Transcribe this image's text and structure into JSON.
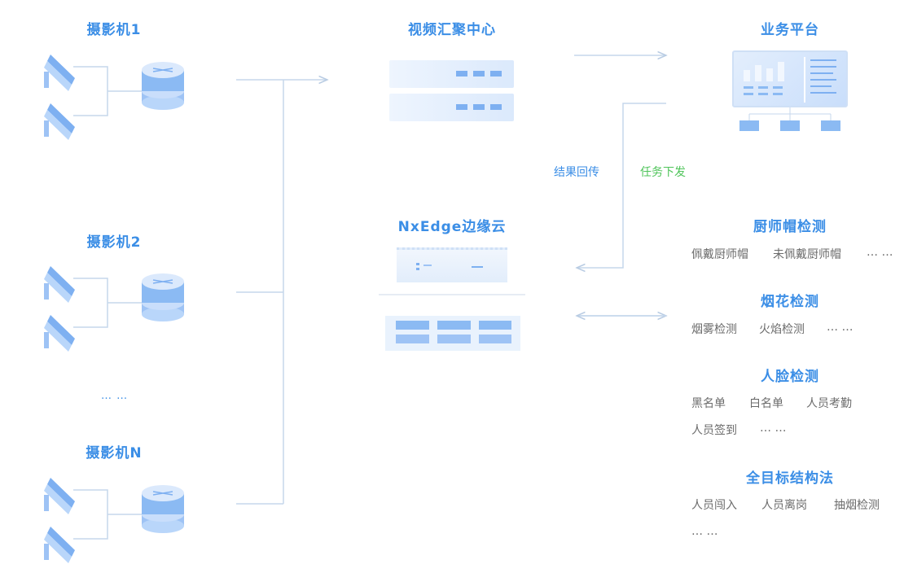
{
  "cameras": [
    {
      "label": "摄影机1"
    },
    {
      "label": "摄影机2"
    },
    {
      "label": "摄影机N"
    }
  ],
  "camera_ellipsis": "… …",
  "video_center": {
    "title": "视频汇聚中心"
  },
  "nxedge": {
    "title": "NxEdge边缘云"
  },
  "platform": {
    "title": "业务平台"
  },
  "links": {
    "result_return": "结果回传",
    "task_dispatch": "任务下发"
  },
  "detections": [
    {
      "title": "厨师帽检测",
      "rows": [
        [
          "佩戴厨师帽",
          "未佩戴厨师帽",
          "… …"
        ]
      ]
    },
    {
      "title": "烟花检测",
      "rows": [
        [
          "烟雾检测",
          "火焰检测",
          "… …"
        ]
      ]
    },
    {
      "title": "人脸检测",
      "rows": [
        [
          "黑名单",
          "白名单",
          "人员考勤"
        ],
        [
          "人员签到",
          "… …"
        ]
      ]
    },
    {
      "title": "全目标结构法",
      "rows": [
        [
          "人员闯入",
          "人员离岗",
          "抽烟检测"
        ],
        [
          "… …"
        ]
      ]
    }
  ],
  "colors": {
    "accent": "#3b8ee6",
    "green": "#4fc45a",
    "line": "#c5d7ec",
    "text": "#6b6b6b"
  }
}
